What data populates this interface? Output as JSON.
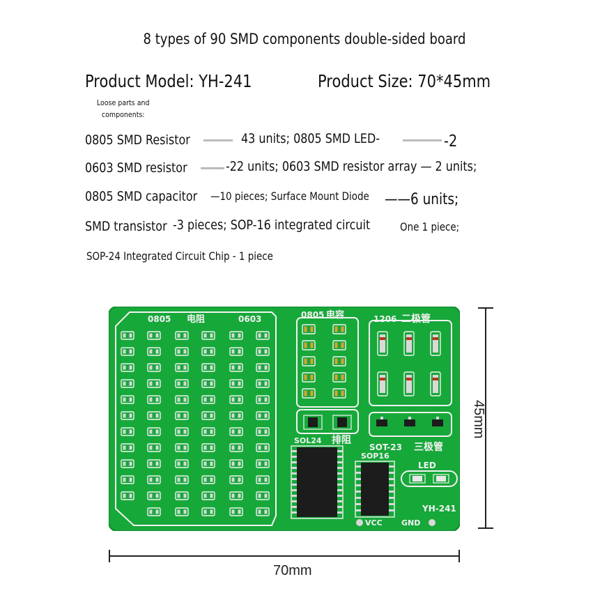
{
  "title": "8 types of 90 SMD components double-sided board",
  "model": "Product Model: YH-241",
  "size": "Product Size: 70*45mm",
  "loose_note": "Loose parts and components:",
  "lines": [
    "0805 SMD Resistor",
    "43 units; 0805 SMD LED-",
    "-2",
    "0603 SMD resistor",
    "-22 units; 0603 SMD resistor array — 2 units;",
    "0805 SMD capacitor",
    "—10 pieces; Surface Mount Diode",
    "——6 units;",
    "SMD transistor",
    "-3 pieces; SOP-16 integrated circuit",
    "One 1 piece;",
    "SOP-24 Integrated Circuit Chip - 1 piece"
  ],
  "board_labels": {
    "r0805": "0805",
    "resistor_cn": "电阻",
    "r0603": "0603",
    "c0805": "0805",
    "cap_cn": "电容",
    "d1206": "1206",
    "diode_cn": "二极管",
    "sol24": "SOL24",
    "array_cn": "排阻",
    "sot23": "SOT-23",
    "triode_cn": "三极管",
    "sop16": "SOP16",
    "led": "LED",
    "model": "YH-241",
    "vcc": "VCC",
    "gnd": "GND"
  },
  "dimensions": {
    "height": "45mm",
    "width": "70mm"
  },
  "colors": {
    "board": "#17a83a",
    "board_dark": "#0f8a2c",
    "silk": "#f2f2f2",
    "pad": "#d9d9d9",
    "chip": "#1c1c1c"
  }
}
